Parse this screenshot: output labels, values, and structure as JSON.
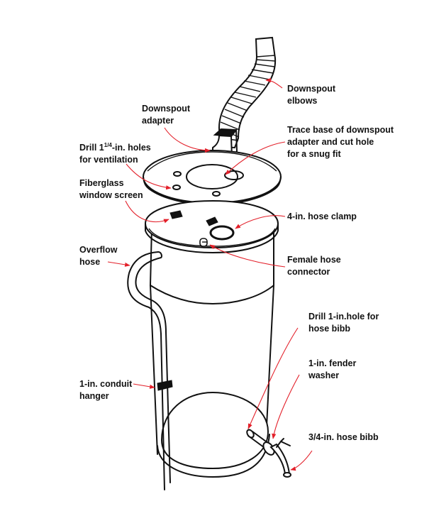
{
  "diagram": {
    "title": "Rain barrel assembly",
    "accent_color": "#e3202a",
    "line_color": "#111111",
    "labels": {
      "downspout_elbows": "Downspout\nelbows",
      "downspout_adapter": "Downspout\nadapter",
      "trace_base": "Trace base of downspout\nadapter and cut hole\nfor a snug fit",
      "drill_vent_prefix": "Drill 1",
      "drill_vent_fraction": "1/4",
      "drill_vent_suffix": "-in. holes\nfor ventilation",
      "fiberglass_screen": "Fiberglass\nwindow screen",
      "hose_clamp": "4-in. hose clamp",
      "overflow_hose": "Overflow\nhose",
      "female_connector": "Female hose\nconnector",
      "drill_bibb_hole": "Drill 1-in.hole for\nhose bibb",
      "conduit_hanger": "1-in. conduit\nhanger",
      "fender_washer": "1-in. fender\nwasher",
      "hose_bibb": "3/4-in. hose bibb"
    }
  }
}
